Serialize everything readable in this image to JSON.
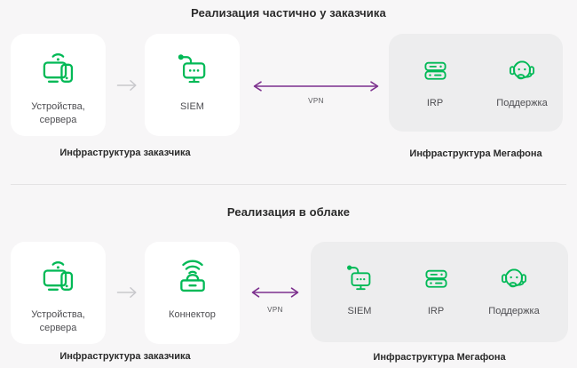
{
  "colors": {
    "accent_green": "#00B956",
    "accent_purple": "#7C2F8D",
    "background": "#F7F6F7",
    "card_white": "#FFFFFF",
    "card_gray": "#EDEDEE",
    "flow_arrow_gray": "#C8C8CC",
    "text_dark": "#2B2B2B",
    "text_gray": "#4E4E52"
  },
  "sections": [
    {
      "title": "Реализация частично у заказчика",
      "customer_zone": {
        "label": "Инфраструктура заказчика",
        "cards": [
          {
            "icon": "devices-icon",
            "line1": "Устройства,",
            "line2": "сервера"
          },
          {
            "icon": "siem-icon",
            "line1": "SIEM"
          }
        ]
      },
      "vpn_link": {
        "label": "VPN"
      },
      "megafon_zone": {
        "label": "Инфраструктура Мегафона",
        "items": [
          {
            "icon": "irp-icon",
            "label": "IRP"
          },
          {
            "icon": "support-icon",
            "label": "Поддержка"
          }
        ]
      }
    },
    {
      "title": "Реализация в облаке",
      "customer_zone": {
        "label": "Инфраструктура заказчика",
        "cards": [
          {
            "icon": "devices-icon",
            "line1": "Устройства,",
            "line2": "сервера"
          },
          {
            "icon": "connector-icon",
            "line1": "Коннектор"
          }
        ]
      },
      "vpn_link": {
        "label": "VPN"
      },
      "megafon_zone": {
        "label": "Инфраструктура Мегафона",
        "items": [
          {
            "icon": "siem-icon",
            "label": "SIEM"
          },
          {
            "icon": "irp-icon",
            "label": "IRP"
          },
          {
            "icon": "support-icon",
            "label": "Поддержка"
          }
        ]
      }
    }
  ]
}
